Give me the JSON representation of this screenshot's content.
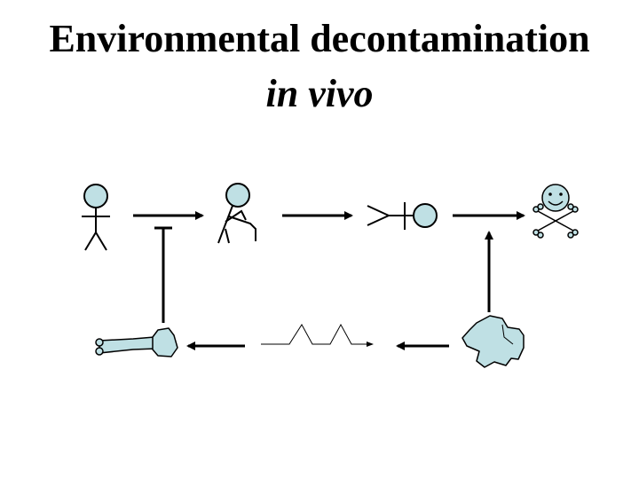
{
  "slide": {
    "title": "Environmental decontamination",
    "subtitle": "in vivo"
  },
  "colors": {
    "fill": "#bfe0e4",
    "stroke": "#000000",
    "background": "#ffffff"
  },
  "diagram": {
    "nodes": [
      "standing-person-icon",
      "sick-person-icon",
      "fallen-person-icon",
      "skull-crossbones-icon",
      "contamination-blob-icon",
      "decay-wave-icon",
      "bone-icon"
    ],
    "arrows": [
      "standing-to-sick-arrow",
      "sick-to-fallen-arrow",
      "fallen-to-skull-arrow",
      "blob-to-skull-arrow",
      "blob-to-wave-arrow",
      "wave-to-bone-arrow",
      "bone-inhibits-arrow"
    ]
  }
}
